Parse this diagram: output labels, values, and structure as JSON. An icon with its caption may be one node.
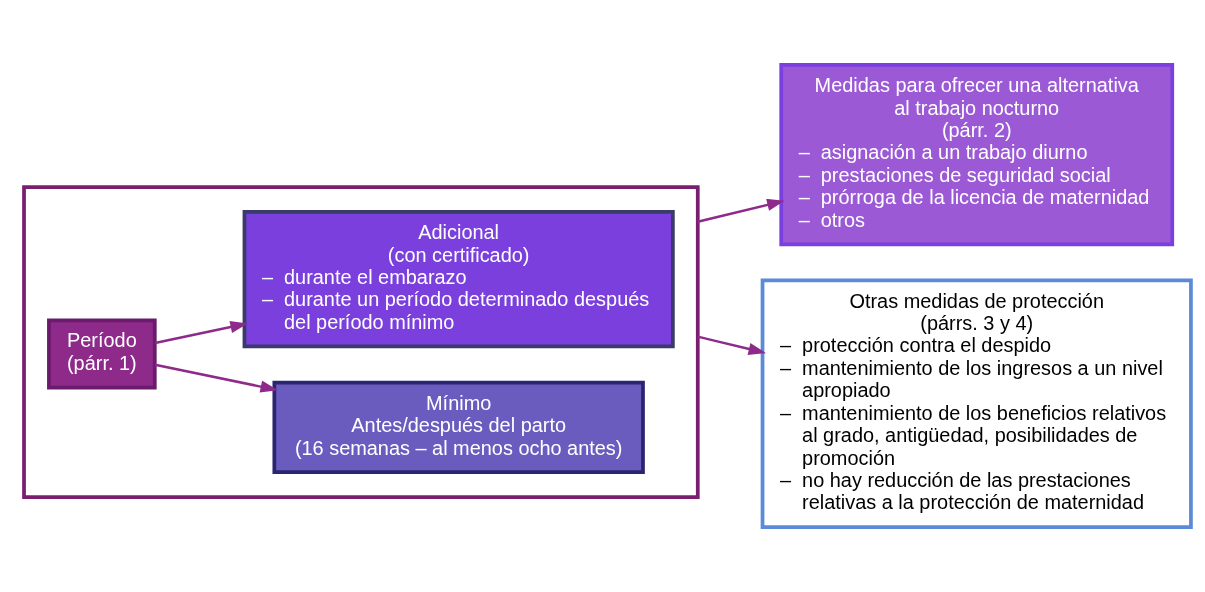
{
  "diagram": {
    "nodes": [
      {
        "text": [],
        "shape": "box"
      },
      {
        "text": [
          "Período",
          "(párr. 1)"
        ],
        "in": 0
      },
      {
        "text": [
          "Mínimo",
          "Antes/después del parto",
          "(16 semanas – al menos ocho antes)"
        ],
        "in": 0
      },
      {
        "text": [
          "Adicional",
          "(con certificado)",
          "–  durante el embarazo",
          "–  durante un período determinado después del período mínimo"
        ],
        "in": 0
      },
      {
        "text": [
          "Medidas para ofrecer una alternativa al trabajo nocturno",
          "(párr. 2)",
          "–  asignación a un trabajo diurno",
          "–  prestaciones de seguridad social",
          "–  prórroga de la licencia de maternidad",
          "–  otros"
        ]
      },
      {
        "text": [
          "Otras medidas de protección",
          "(párrs. 3 y 4)",
          "–  protección contra el despido",
          "–  mantenimiento de los ingresos a un nivel apropiado",
          "–  mantenimiento de los beneficios relativos al grado, antigüedad, posibilidades de promoción",
          "–  no hay reducción de las prestaciones relativas a la protección de maternidad"
        ]
      }
    ],
    "edges": [
      {
        "from": 1,
        "to": 2,
        "arrow": "to"
      },
      {
        "from": 1,
        "to": 3,
        "arrow": "to"
      },
      {
        "from": 0,
        "to": 4,
        "arrow": "to"
      },
      {
        "from": 0,
        "to": 5,
        "arrow": "to"
      }
    ]
  }
}
